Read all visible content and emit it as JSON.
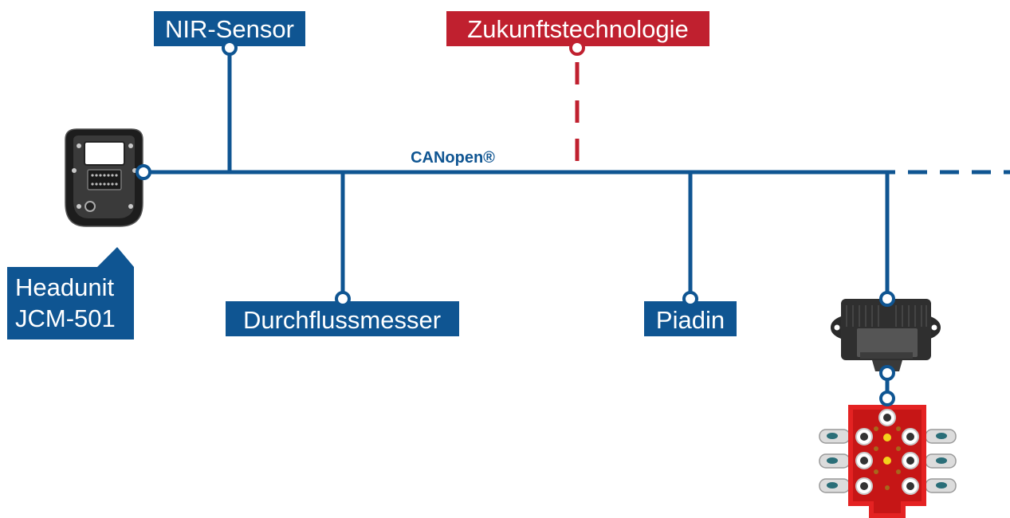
{
  "colors": {
    "brand_blue": "#0f5592",
    "future_red": "#c0202f",
    "device_dark": "#2a2a2a",
    "valve_red": "#e02020"
  },
  "bus": {
    "label": "CANopen®"
  },
  "nodes": {
    "nir_sensor": {
      "label": "NIR-Sensor"
    },
    "future_tech": {
      "label": "Zukunftstechnologie"
    },
    "flowmeter": {
      "label": "Durchflussmesser"
    },
    "piadin": {
      "label": "Piadin"
    },
    "headunit": {
      "line1": "Headunit",
      "line2": "JCM-501"
    }
  },
  "icons": {
    "headunit_device": "headunit-device-icon",
    "control_module": "control-module-icon",
    "hydraulic_valve_block": "hydraulic-valve-block-icon"
  }
}
